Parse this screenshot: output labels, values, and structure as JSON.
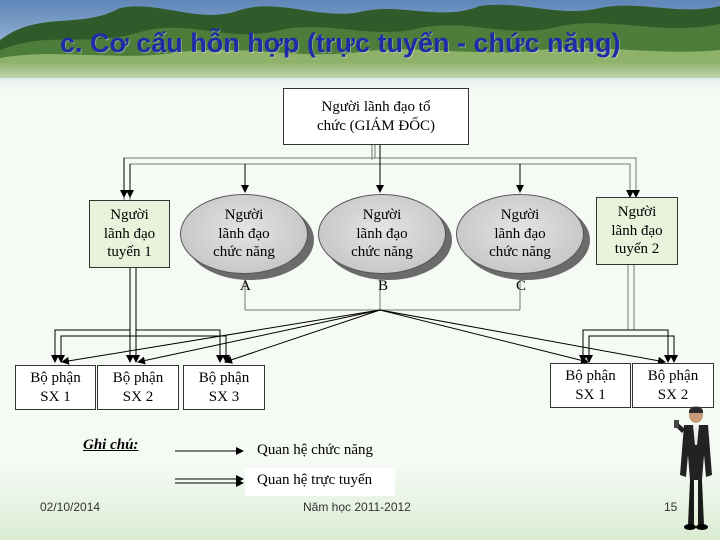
{
  "slide": {
    "title": "c. Cơ cấu hỗn hợp (trực tuyến - chức năng)"
  },
  "org": {
    "director": {
      "line1": "Người lãnh đạo tổ",
      "line2": "chức (GIÁM ĐỐC)"
    },
    "line_leader_1": {
      "line1": "Người",
      "line2": "lãnh đạo",
      "line3": "tuyến 1"
    },
    "line_leader_2": {
      "line1": "Người",
      "line2": "lãnh đạo",
      "line3": "tuyến 2"
    },
    "functional": [
      {
        "line1": "Người",
        "line2": "lãnh đạo",
        "line3": "chức năng",
        "letter": "A"
      },
      {
        "line1": "Người",
        "line2": "lãnh đạo",
        "line3": "chức năng",
        "letter": "B"
      },
      {
        "line1": "Người",
        "line2": "lãnh đạo",
        "line3": "chức năng",
        "letter": "C"
      }
    ],
    "units": [
      {
        "line1": "Bộ phận",
        "line2": "SX 1"
      },
      {
        "line1": "Bộ phận",
        "line2": "SX 2"
      },
      {
        "line1": "Bộ phận",
        "line2": "SX 3"
      },
      {
        "line1": "Bộ phận",
        "line2": "SX 1"
      },
      {
        "line1": "Bộ phận",
        "line2": "SX 2"
      }
    ]
  },
  "legend": {
    "label": "Ghi chú:",
    "functional": "Quan hệ chức năng",
    "line": "Quan hệ trực tuyến"
  },
  "footer": {
    "date": "02/10/2014",
    "year": "Năm học 2011-2012",
    "page": "15"
  },
  "colors": {
    "title": "#1f2aa8",
    "line_leader_fill": "#e9f3dc",
    "ellipse_fill": "#c9c9c9"
  }
}
